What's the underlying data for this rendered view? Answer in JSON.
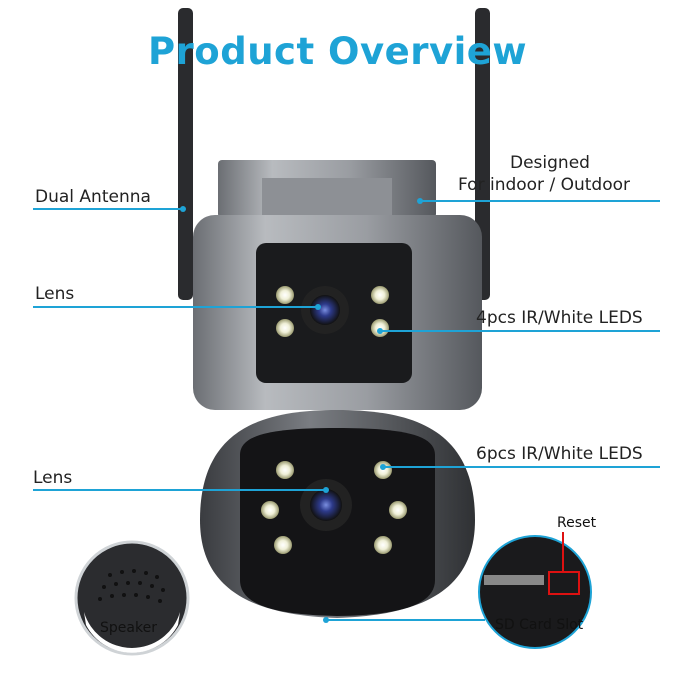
{
  "title": "Product Overview",
  "accent_color": "#1ea3d6",
  "callouts": {
    "dual_antenna": "Dual Antenna",
    "lens_upper": "Lens",
    "designed_line1": "Designed",
    "designed_line2": "For indoor / Outdoor",
    "leds_upper": "4pcs IR/White LEDS",
    "leds_lower": "6pcs IR/White LEDS",
    "lens_lower": "Lens",
    "reset": "Reset",
    "speaker": "Speaker",
    "sd_card_slot": "SD Card Slot"
  }
}
